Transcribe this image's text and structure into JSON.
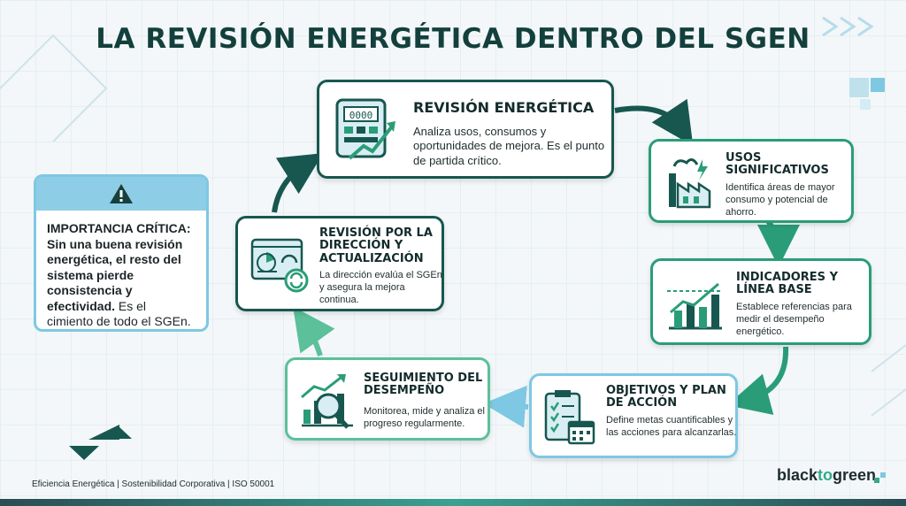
{
  "title": "LA REVISIÓN ENERGÉTICA DENTRO DEL SGEN",
  "cards": {
    "revision": {
      "title": "REVISIÓN ENERGÉTICA",
      "text": "Analiza usos, consumos y oportunidades de mejora. Es el punto de partida crítico."
    },
    "usos": {
      "title": "USOS SIGNIFICATIVOS",
      "text": "Identifica áreas de mayor consumo y potencial de ahorro."
    },
    "indicadores": {
      "title": "INDICADORES Y LÍNEA BASE",
      "text": "Establece referencias para medir el desempeño energético."
    },
    "objetivos": {
      "title": "OBJETIVOS Y PLAN DE ACCIÓN",
      "text": "Define metas cuantificables y las acciones para alcanzarlas."
    },
    "seguimiento": {
      "title": "SEGUIMIENTO DEL DESEMPEÑO",
      "text": "Monitorea, mide y analiza el progreso regularmente."
    },
    "direccion": {
      "title": "REVISIÓN POR LA DIRECCIÓN Y ACTUALIZACIÓN",
      "text": "La dirección evalúa el SGEn y asegura la mejora continua."
    }
  },
  "alert": {
    "heading": "IMPORTANCIA CRÍTICA:",
    "bold_text": "Sin una buena revisión energética, el resto del sistema pierde consistencia y efectividad.",
    "text": " Es el cimiento de todo el SGEn."
  },
  "footer": "Eficiencia Energética | Sostenibilidad Corporativa | ISO 50001",
  "logo": {
    "part1": "black",
    "part2": "to",
    "part3": "green"
  },
  "meter_display": "0000",
  "colors": {
    "dark_teal": "#17574f",
    "mid_green": "#2a9d78",
    "light_green": "#5cc09a",
    "light_blue": "#7ec8e3"
  }
}
